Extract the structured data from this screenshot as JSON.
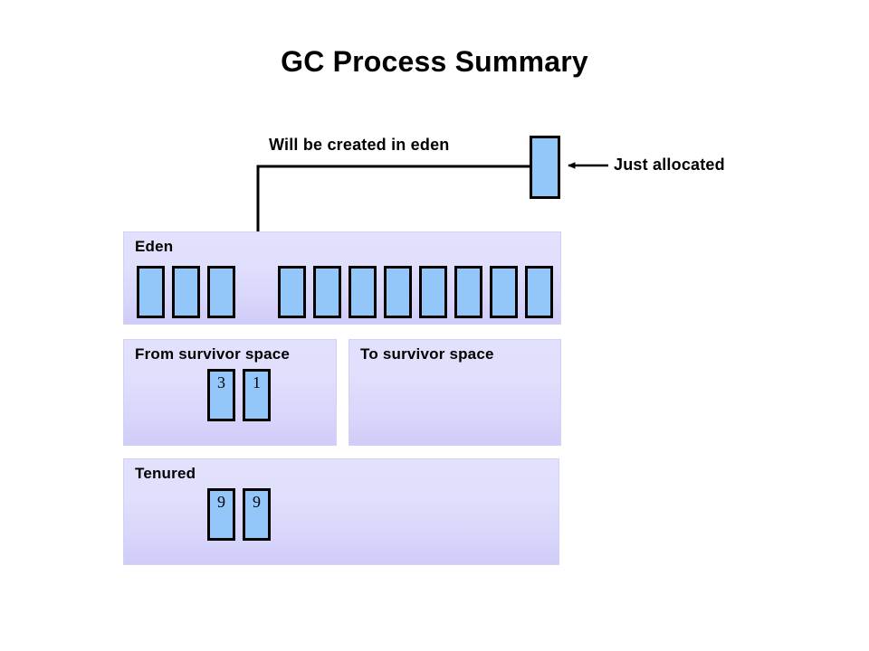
{
  "slide": {
    "title": "GC Process Summary",
    "background": "#ffffff",
    "block_fill": "#93c7fa",
    "block_stroke": "#000000",
    "region_fill_top": "#e2e1fd",
    "region_fill_bottom": "#cfcdf8"
  },
  "annotations": {
    "will_be_created": "Will be created in eden",
    "just_allocated": "Just allocated"
  },
  "regions": {
    "eden": {
      "label": "Eden",
      "blocks": [
        {
          "value": ""
        },
        {
          "value": ""
        },
        {
          "value": ""
        },
        {
          "value": "",
          "empty": true
        },
        {
          "value": ""
        },
        {
          "value": ""
        },
        {
          "value": ""
        },
        {
          "value": ""
        },
        {
          "value": ""
        },
        {
          "value": ""
        },
        {
          "value": ""
        },
        {
          "value": ""
        }
      ]
    },
    "from_survivor": {
      "label": "From survivor  space",
      "blocks": [
        {
          "value": "3"
        },
        {
          "value": "1"
        }
      ]
    },
    "to_survivor": {
      "label": "To survivor  space",
      "blocks": []
    },
    "tenured": {
      "label": "Tenured",
      "blocks": [
        {
          "value": "9"
        },
        {
          "value": "9"
        }
      ]
    }
  }
}
